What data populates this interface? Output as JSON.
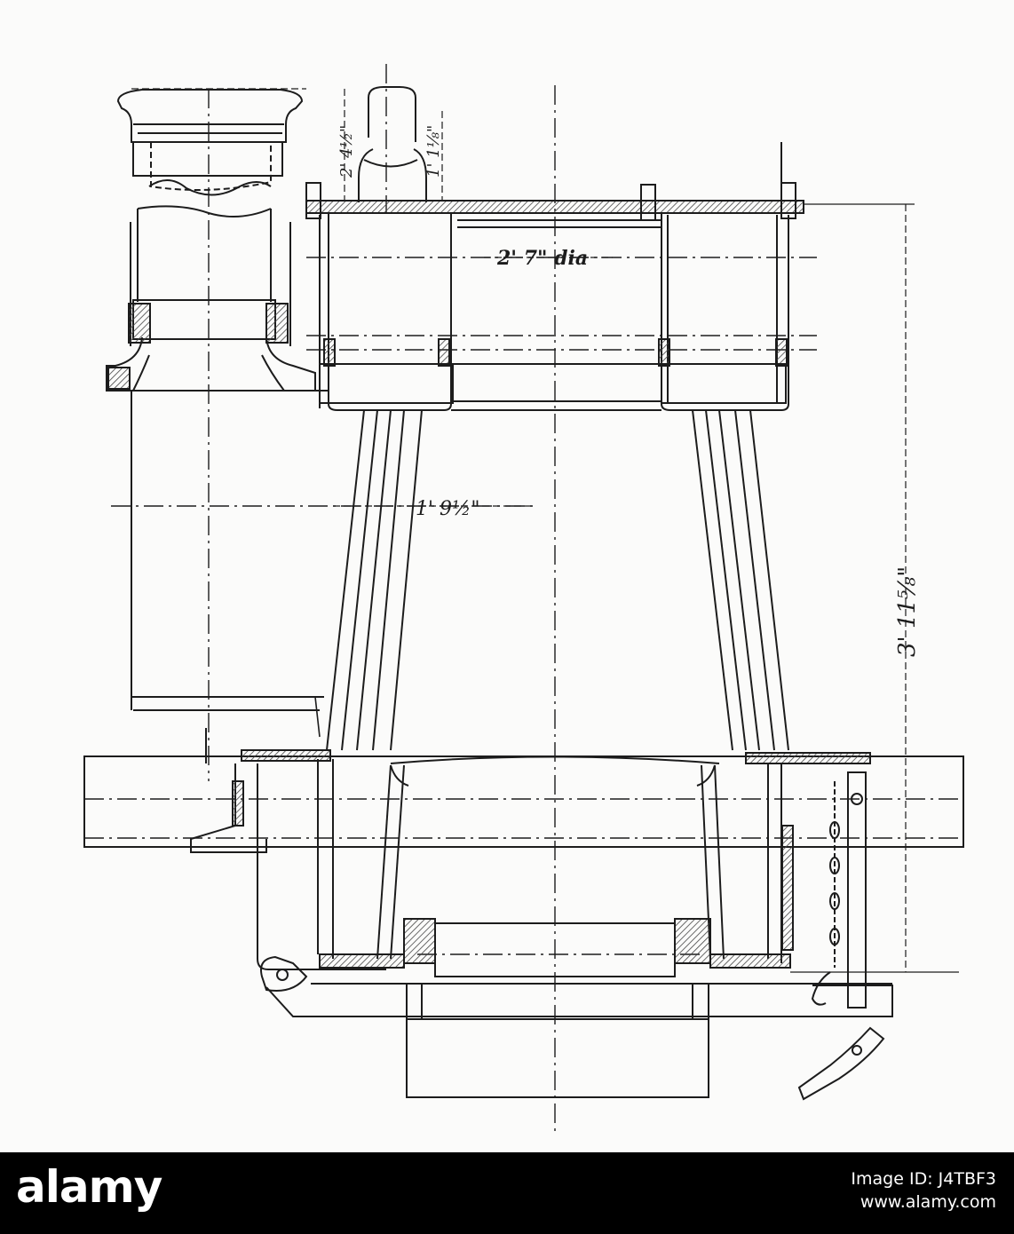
{
  "drawing": {
    "dimensions": {
      "top_diameter": "2' 7\" dia",
      "taper_width": "1' 9½\"",
      "overall_height": "3' 11⅝\"",
      "flange_height": "2' 4½\"",
      "collar_height": "1' 1⅛\""
    },
    "line_color": "#1c1c1c",
    "hatch_color": "#444444",
    "paper_color": "#fbfbfa"
  },
  "watermark": {
    "brand": "alamy",
    "image_id": "Image ID: J4TBF3",
    "site": "www.alamy.com"
  }
}
